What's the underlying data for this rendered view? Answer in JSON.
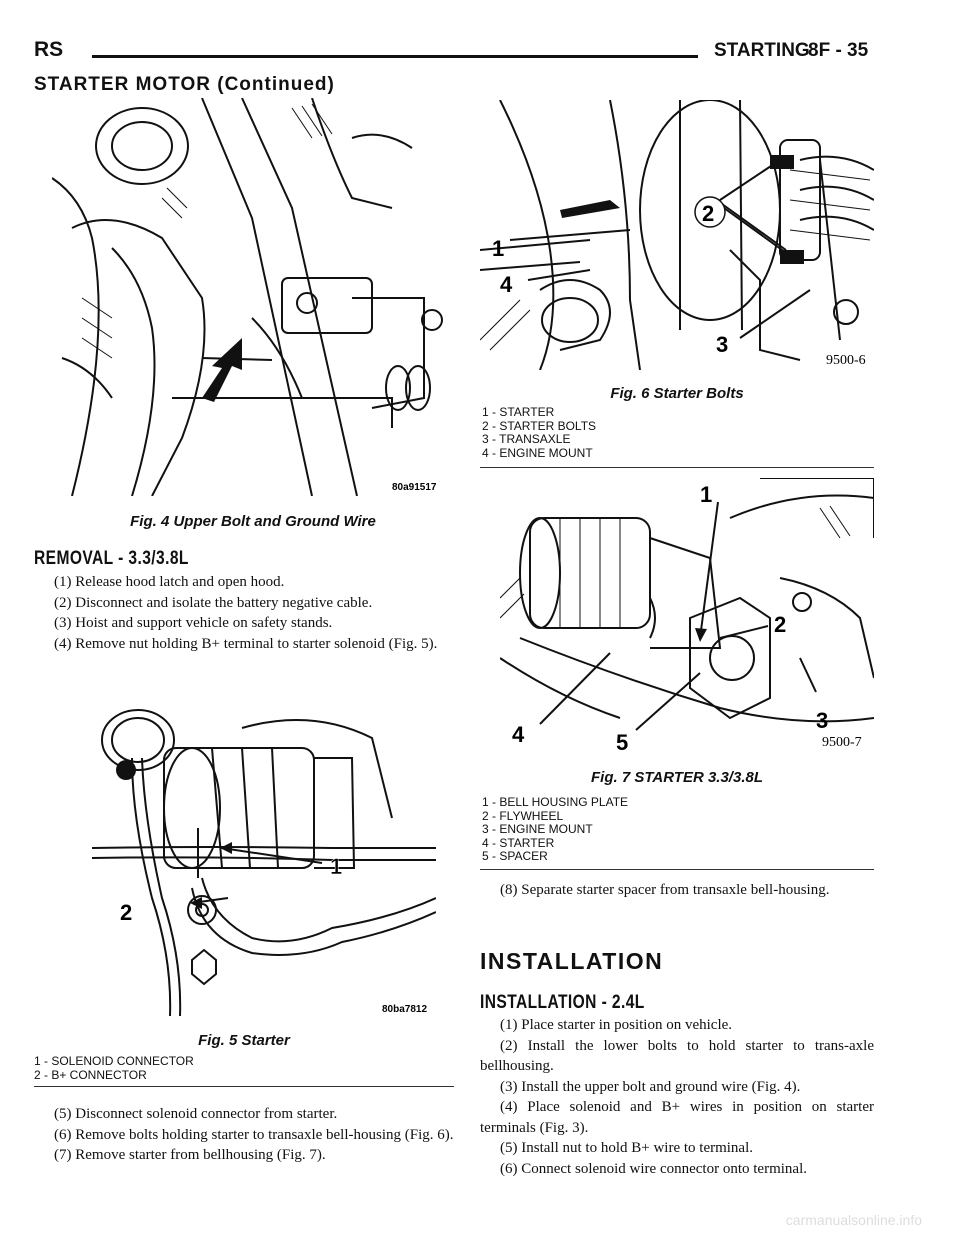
{
  "header": {
    "left": "RS",
    "section": "STARTING",
    "page": "8F - 35"
  },
  "continued_title": "STARTER MOTOR (Continued)",
  "fig4": {
    "code": "80a91517",
    "caption": "Fig. 4 Upper Bolt and Ground Wire"
  },
  "removal": {
    "heading": "REMOVAL - 3.3/3.8L",
    "steps": [
      "(1) Release hood latch and open hood.",
      "(2) Disconnect and isolate the battery negative cable.",
      "(3) Hoist and support vehicle on safety stands.",
      "(4) Remove nut holding B+ terminal to starter solenoid (Fig. 5)."
    ]
  },
  "fig5": {
    "code": "80ba7812",
    "caption": "Fig. 5 Starter",
    "callouts": [
      "1",
      "2"
    ],
    "legend": [
      "1 - SOLENOID CONNECTOR",
      "2 - B+ CONNECTOR"
    ]
  },
  "removal2": {
    "steps": [
      "(5) Disconnect solenoid connector from starter.",
      "(6) Remove bolts holding starter to transaxle bell-housing (Fig. 6).",
      "(7) Remove starter from bellhousing (Fig. 7)."
    ]
  },
  "fig6": {
    "code": "9500-6",
    "caption": "Fig. 6 Starter Bolts",
    "callouts": [
      "1",
      "2",
      "3",
      "4"
    ],
    "legend": [
      "1 - STARTER",
      "2 - STARTER BOLTS",
      "3 - TRANSAXLE",
      "4 - ENGINE MOUNT"
    ]
  },
  "fig7": {
    "code": "9500-7",
    "caption": "Fig. 7 STARTER 3.3/3.8L",
    "callouts": [
      "1",
      "2",
      "3",
      "4",
      "5"
    ],
    "legend": [
      "1 - BELL HOUSING PLATE",
      "2 - FLYWHEEL",
      "3 - ENGINE MOUNT",
      "4 - STARTER",
      "5 - SPACER"
    ]
  },
  "removal3": {
    "steps": [
      "(8) Separate starter spacer from transaxle bell-housing."
    ]
  },
  "installation": {
    "heading": "INSTALLATION",
    "subheading": "INSTALLATION - 2.4L",
    "steps": [
      "(1) Place starter in position on vehicle.",
      "(2) Install the lower bolts to hold starter to trans-axle bellhousing.",
      "(3) Install the upper bolt and ground wire (Fig. 4).",
      "(4) Place solenoid and B+ wires in position on starter terminals (Fig. 3).",
      "(5) Install nut to hold B+ wire to terminal.",
      "(6) Connect solenoid wire connector onto terminal."
    ]
  },
  "footer": {
    "watermark": "carmanualsonline.info"
  }
}
